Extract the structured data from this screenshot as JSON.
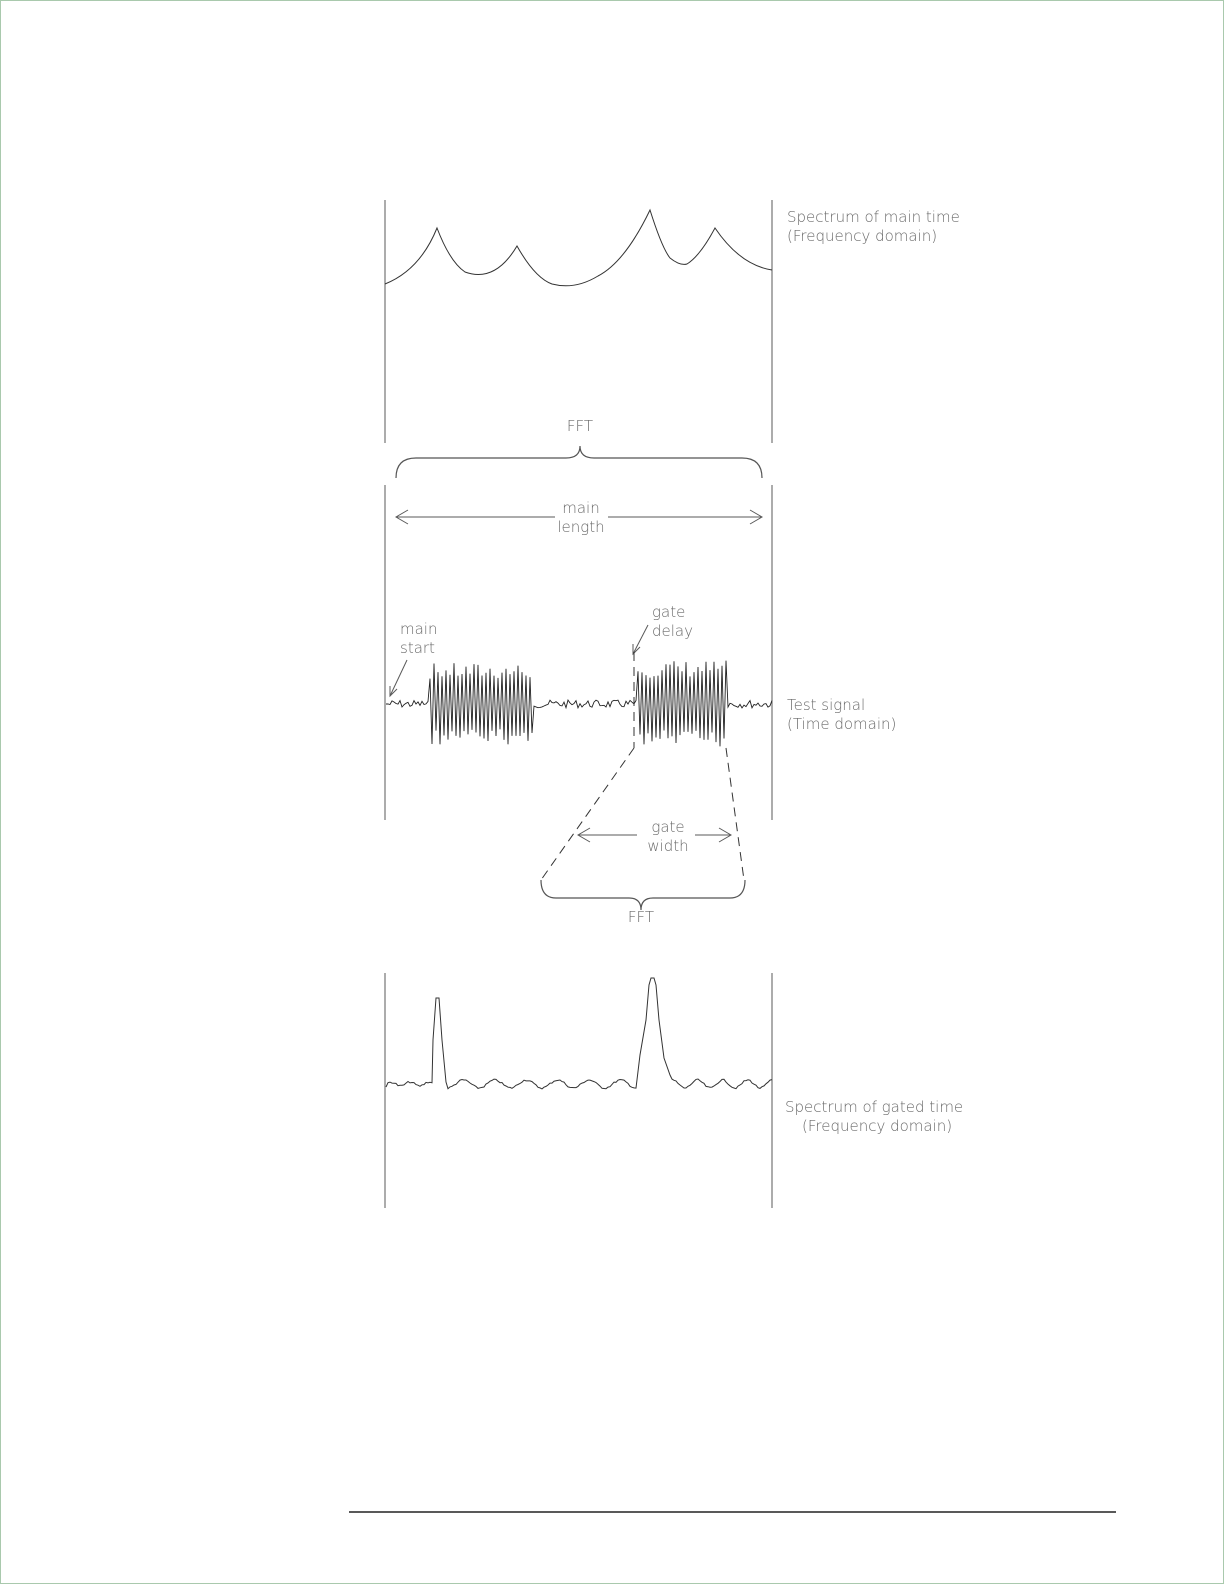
{
  "panels": {
    "top": {
      "label_line1": "Spectrum of main time",
      "label_line2": "(Frequency domain)"
    },
    "middle": {
      "label_line1": "Test signal",
      "label_line2": "(Time domain)"
    },
    "bottom": {
      "label_line1": "Spectrum of gated time",
      "label_line2": "(Frequency domain)"
    }
  },
  "annotations": {
    "fft_top": "FFT",
    "main_length_line1": "main",
    "main_length_line2": "length",
    "main_start_line1": "main",
    "main_start_line2": "start",
    "gate_delay_line1": "gate",
    "gate_delay_line2": "delay",
    "gate_width_line1": "gate",
    "gate_width_line2": "width",
    "fft_bottom": "FFT"
  }
}
